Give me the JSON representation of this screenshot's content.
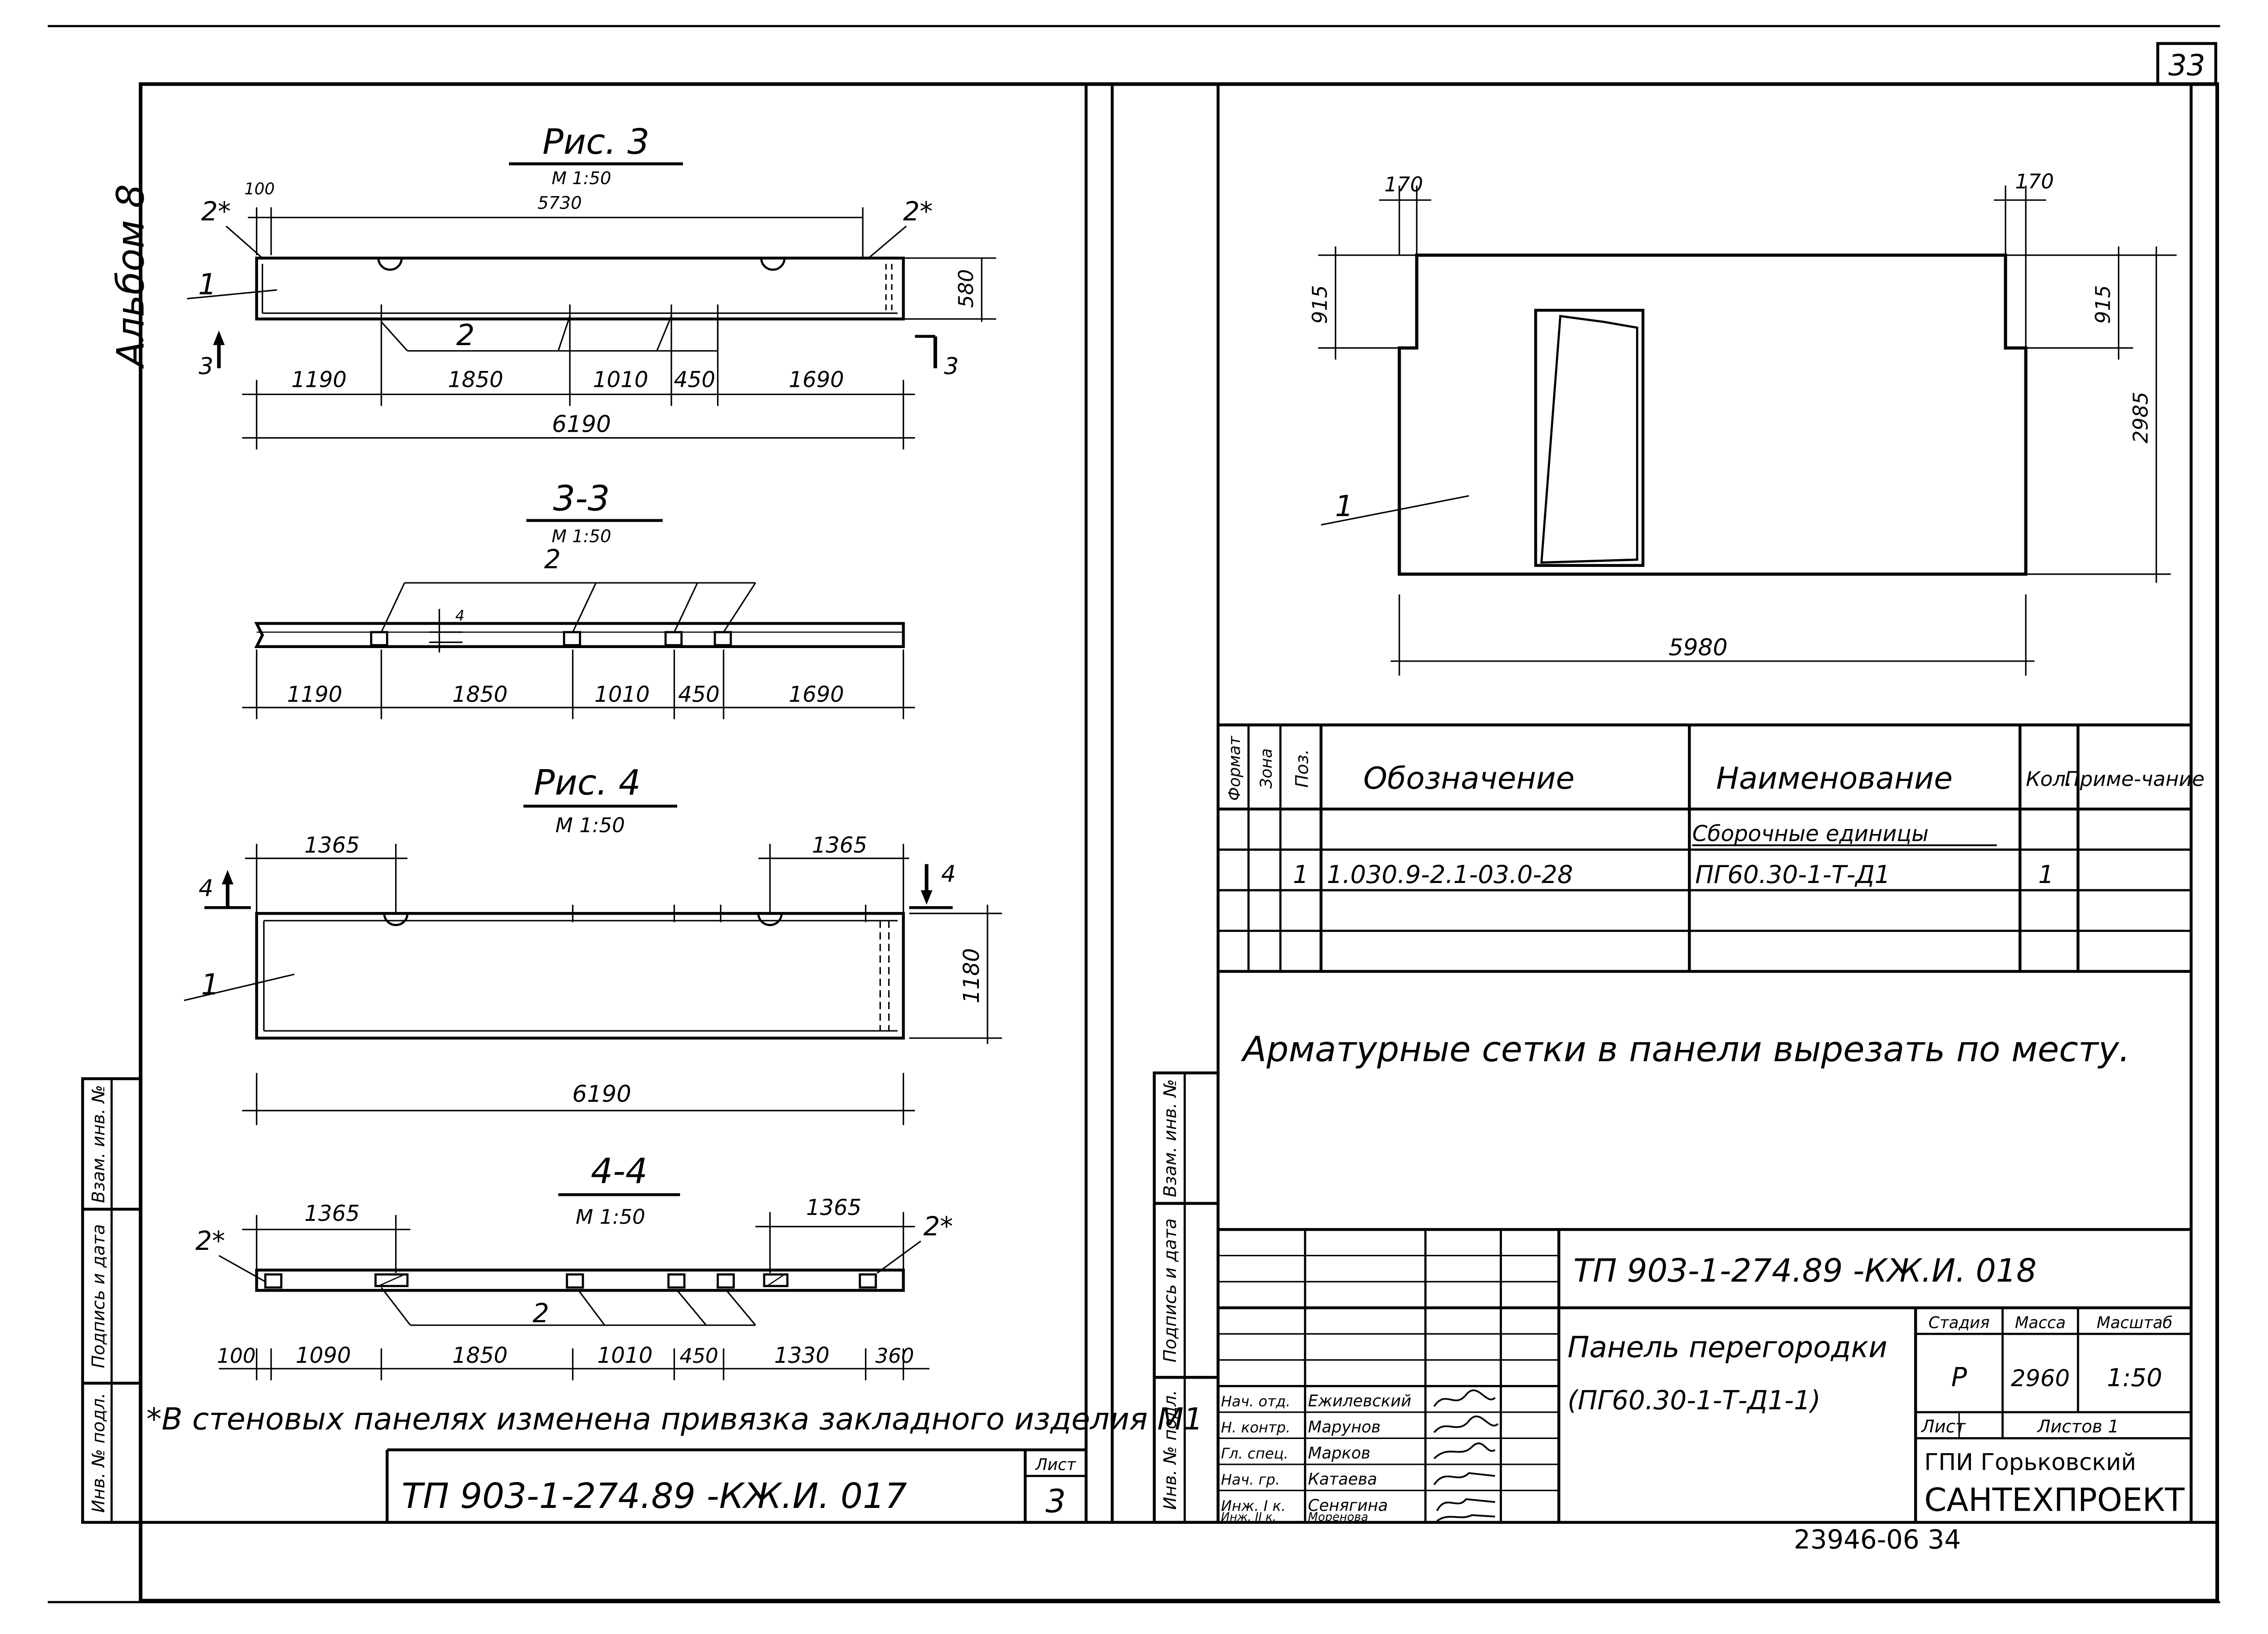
{
  "page_number": "33",
  "album_label": "Альбом 8",
  "left_sheet": {
    "fig3": {
      "title": "Рис. 3",
      "scale": "М 1:50",
      "dim_top_small": "100",
      "dim_top_overall": "5730",
      "dim_height": "580",
      "mark_2star": "2*",
      "pos_1": "1",
      "pos_2": "2",
      "section_mark": "3",
      "chain": [
        "1190",
        "1850",
        "1010",
        "450",
        "1690"
      ],
      "total": "6190"
    },
    "sec33": {
      "title": "3-3",
      "scale": "М 1:50",
      "pos_2": "2",
      "small_dim": "4",
      "chain": [
        "1190",
        "1850",
        "1010",
        "450",
        "1690"
      ]
    },
    "fig4": {
      "title": "Рис. 4",
      "scale": "М 1:50",
      "dim_left": "1365",
      "dim_right": "1365",
      "section_mark": "4",
      "pos_1": "1",
      "dim_height": "1180",
      "total": "6190"
    },
    "sec44": {
      "title": "4-4",
      "scale": "М 1:50",
      "dim_left": "1365",
      "dim_right": "1365",
      "mark_2star": "2*",
      "pos_2": "2",
      "chain": [
        "100",
        "1090",
        "1850",
        "1010",
        "450",
        "1330",
        "360"
      ]
    },
    "footnote": "*В стеновых панелях изменена привязка закладного изделия М1",
    "code": "ТП 903-1-274.89 -КЖ.И. 017",
    "sheet_label": "Лист",
    "sheet_number": "3"
  },
  "side_stamp": {
    "vzam": "Взам. инв. №",
    "podp": "Подпись и дата",
    "inv": "Инв. № подл."
  },
  "right_sheet": {
    "panel": {
      "dim_notch_left": "170",
      "dim_notch_right": "170",
      "dim_915_left": "915",
      "dim_915_right": "915",
      "dim_height": "2985",
      "dim_length": "5980",
      "pos_1": "1"
    },
    "spec": {
      "headers": [
        "Формат",
        "Зона",
        "Поз.",
        "Обозначение",
        "Наименование",
        "Кол.",
        "Приме-чание"
      ],
      "section_title": "Сборочные единицы",
      "row": {
        "pos": "1",
        "designation": "1.030.9-2.1-03.0-28",
        "name": "ПГ60.30-1-Т-Д1",
        "qty": "1"
      }
    },
    "note": "Арматурные сетки в панели вырезать по месту.",
    "title_block": {
      "code": "ТП 903-1-274.89 -КЖ.И. 018",
      "title_line1": "Панель перегородки",
      "title_line2": "(ПГ60.30-1-Т-Д1-1)",
      "col_headers": [
        "Стадия",
        "Масса",
        "Масштаб"
      ],
      "stage": "Р",
      "mass": "2960",
      "scale": "1:50",
      "list_label": "Лист",
      "listov_label": "Листов 1",
      "org_line1": "ГПИ Горьковский",
      "org_line2": "САНТЕХПРОЕКТ",
      "staff": [
        {
          "role": "Нач. отд.",
          "name": "Ежилевский"
        },
        {
          "role": "Н. контр.",
          "name": "Марунов"
        },
        {
          "role": "Гл. спец.",
          "name": "Марков"
        },
        {
          "role": "Нач. гр.",
          "name": "Катаева"
        },
        {
          "role": "Инж. I к.",
          "name": "Сенягина"
        },
        {
          "role": "Инж. II к.",
          "name": "Моренова"
        }
      ]
    }
  },
  "bottom_stamp": "23946-06  34"
}
